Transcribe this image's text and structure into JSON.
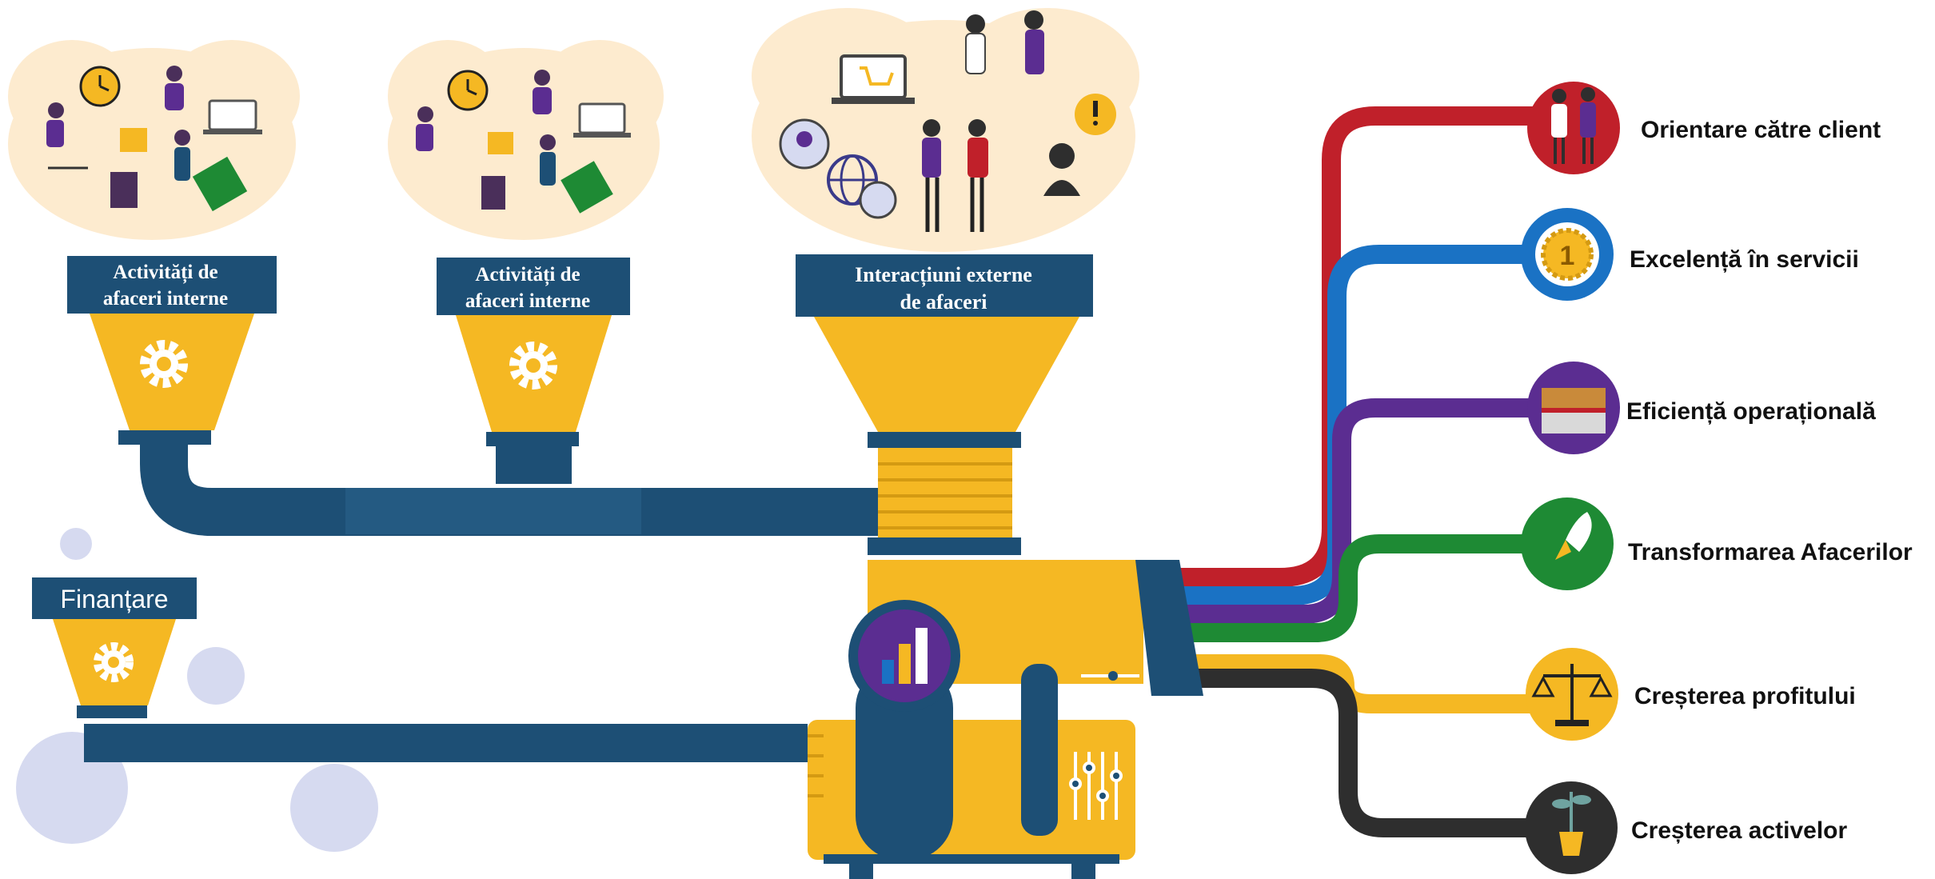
{
  "funnels": [
    {
      "line1": "Activități de",
      "line2": "afaceri interne"
    },
    {
      "line1": "Activități de",
      "line2": "afaceri interne"
    },
    {
      "line1": "Interacțiuni externe",
      "line2": "de afaceri"
    }
  ],
  "financing": {
    "label": "Finanțare"
  },
  "outcomes": [
    {
      "label": "Orientare către client",
      "color": "#c0202a",
      "icon": "handshake-icon"
    },
    {
      "label": "Excelență în servicii",
      "color": "#1a72c4",
      "icon": "medal-icon"
    },
    {
      "label": "Eficiență operațională",
      "color": "#5b2d91",
      "icon": "factory-icon"
    },
    {
      "label": "Transformarea Afacerilor",
      "color": "#1e8a34",
      "icon": "rocket-icon"
    },
    {
      "label": "Creșterea profitului",
      "color": "#f5b823",
      "icon": "scales-icon"
    },
    {
      "label": "Creșterea activelor",
      "color": "#2e2e2e",
      "icon": "plant-icon"
    }
  ],
  "colors": {
    "navy": "#1d4f75",
    "gold": "#f5b823",
    "cloud": "#fdebcf",
    "circle": "#d6daf0"
  }
}
